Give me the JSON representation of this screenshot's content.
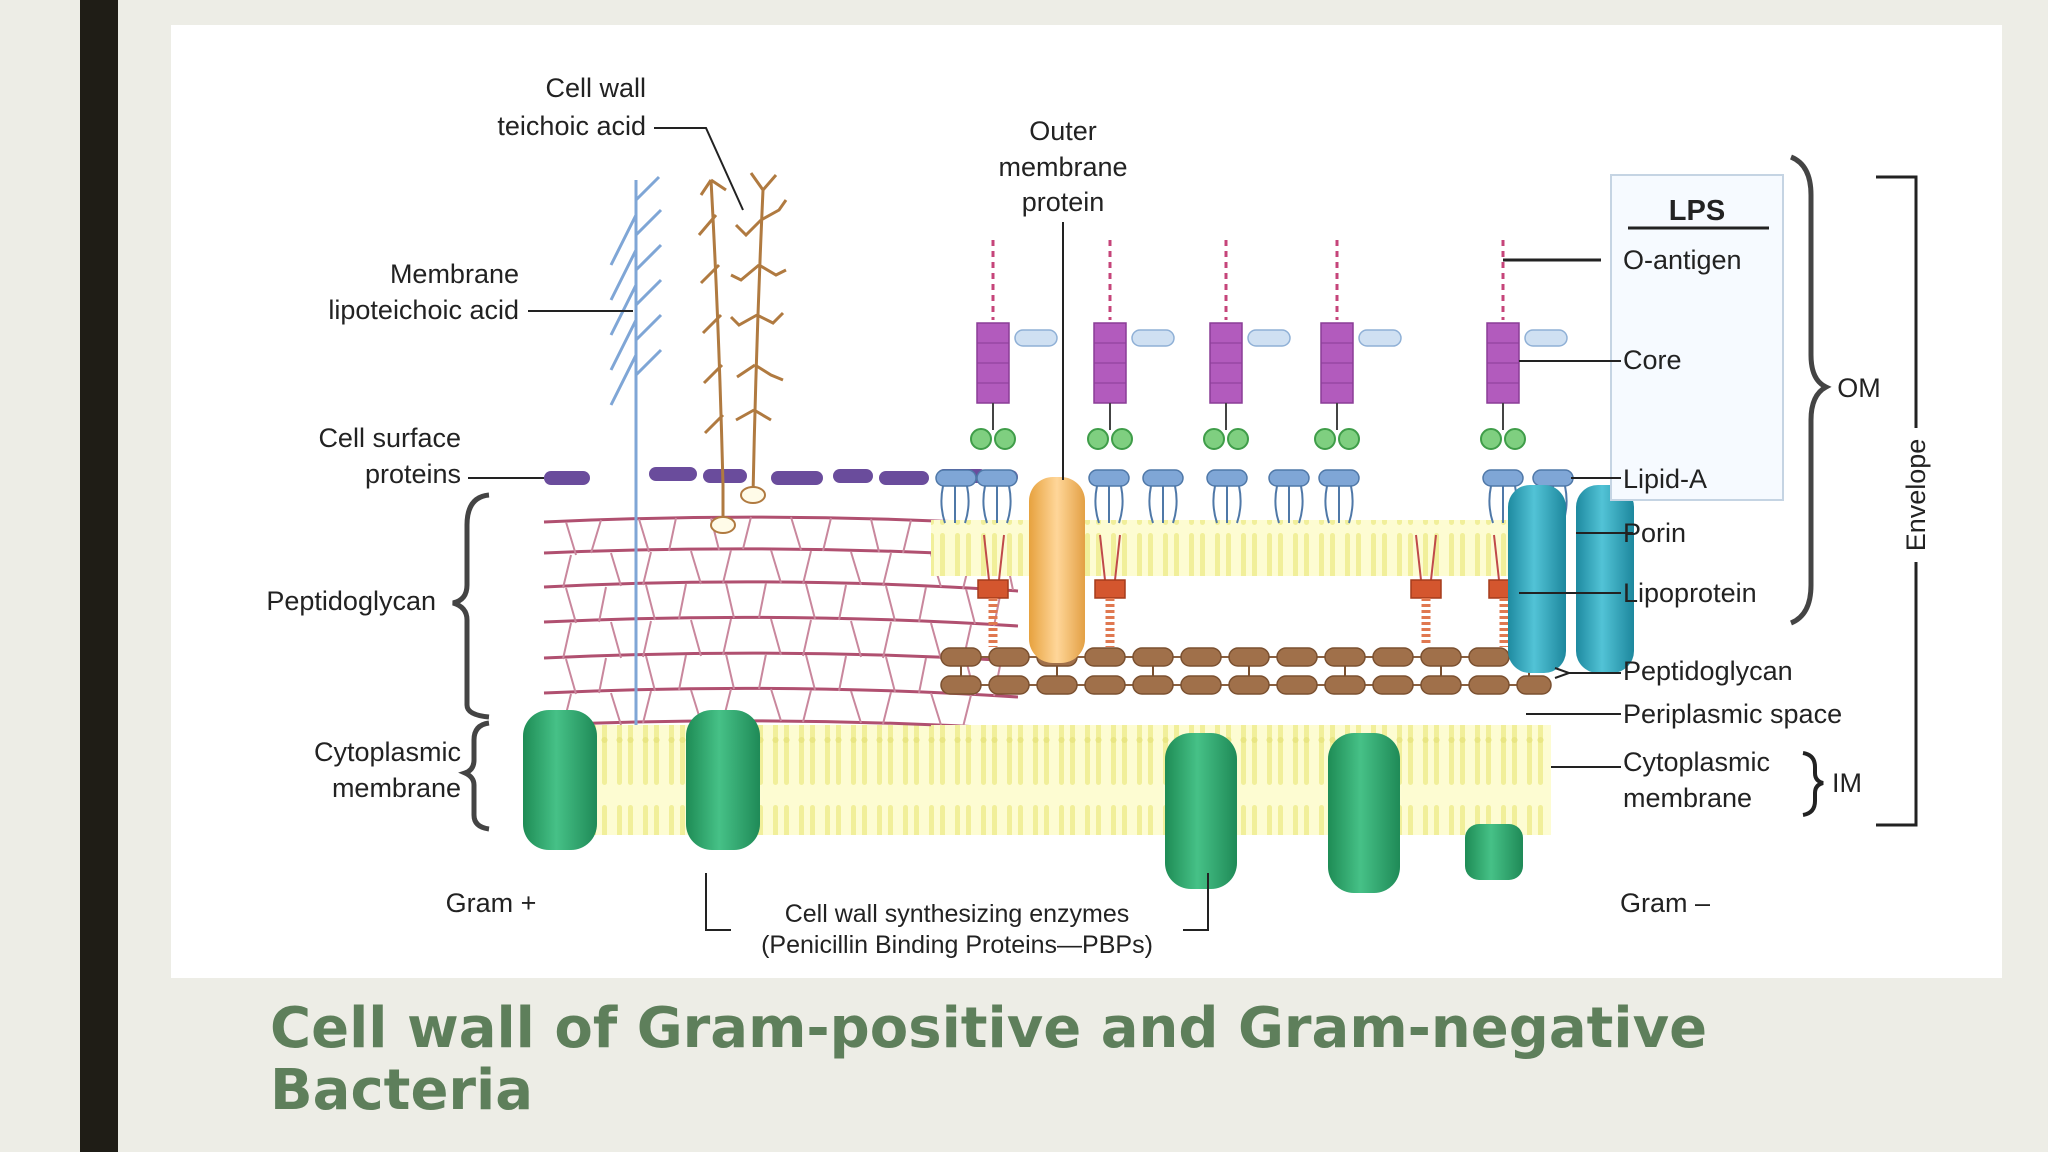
{
  "slide": {
    "title_line1": "Cell wall of Gram-positive and Gram-negative",
    "title_line2": "Bacteria"
  },
  "colors": {
    "background": "#edede6",
    "side_bar": "#1f1d16",
    "title": "#5e7f5b",
    "membrane_protein_green": "#2aa56a",
    "porin_teal": "#2aa8bf",
    "lps_purple": "#b25bbd",
    "lipid_blue": "#7fa6d6",
    "outer_membrane_protein_orange": "#f4b85a",
    "peptidoglycan_brown": "#a0704a",
    "lipoprotein_red": "#d4562e",
    "peptidoglycan_mesh": "#b05070",
    "teichoic_acid": "#b07a40",
    "lipoteichoic_acid": "#7fa6d6"
  },
  "gram_positive": {
    "label": "Gram +",
    "teichoic_acid_label_1": "Cell wall",
    "teichoic_acid_label_2": "teichoic acid",
    "lipoteichoic_label_1": "Membrane",
    "lipoteichoic_label_2": "lipoteichoic acid",
    "surface_proteins_label_1": "Cell surface",
    "surface_proteins_label_2": "proteins",
    "peptidoglycan_label": "Peptidoglycan",
    "membrane_label_1": "Cytoplasmic",
    "membrane_label_2": "membrane"
  },
  "gram_negative": {
    "label": "Gram –",
    "omp_label_1": "Outer",
    "omp_label_2": "membrane",
    "omp_label_3": "protein",
    "lps_header": "LPS",
    "o_antigen": "O-antigen",
    "core": "Core",
    "lipid_a": "Lipid-A",
    "porin": "Porin",
    "lipoprotein": "Lipoprotein",
    "peptidoglycan": "Peptidoglycan",
    "periplasmic_space": "Periplasmic space",
    "membrane_label_1": "Cytoplasmic",
    "membrane_label_2": "membrane",
    "om_bracket": "OM",
    "im_bracket": "IM",
    "envelope_bracket": "Envelope"
  },
  "enzymes": {
    "label_1": "Cell wall synthesizing enzymes",
    "label_2": "(Penicillin Binding Proteins—PBPs)"
  }
}
